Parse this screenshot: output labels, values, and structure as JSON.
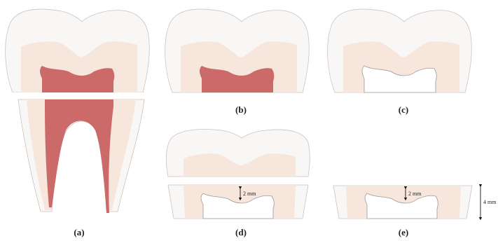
{
  "panels": [
    {
      "id": "a",
      "label": "(a)"
    },
    {
      "id": "b",
      "label": "(b)"
    },
    {
      "id": "c",
      "label": "(c)"
    },
    {
      "id": "d",
      "label": "(d)"
    },
    {
      "id": "e",
      "label": "(e)"
    }
  ],
  "dimensions": {
    "d_thickness": "2 mm",
    "e_thickness": "2 mm",
    "e_height": "4 mm"
  },
  "colors": {
    "enamel": "#f9f7f6",
    "dentin": "#f6e6dc",
    "pulp": "#cc6a6a",
    "cavity": "#ffffff"
  }
}
